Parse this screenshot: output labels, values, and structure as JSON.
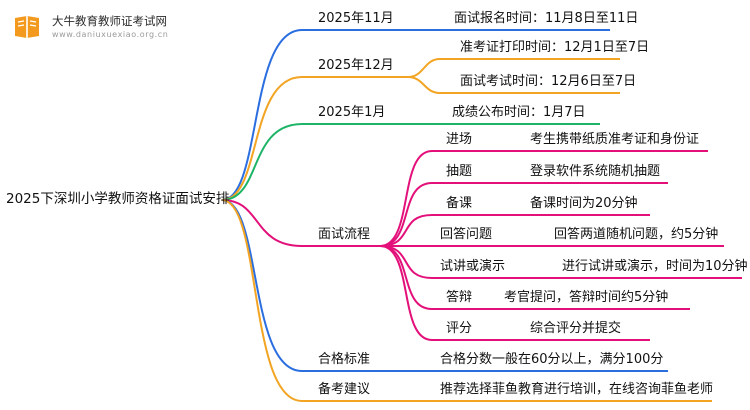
{
  "logo": {
    "title": "大牛教育教师证考试网",
    "url": "www.daniuxuexiao.org.cn"
  },
  "colors": {
    "blue": "#2a6ee0",
    "orange": "#f2a422",
    "green": "#1eb468",
    "magenta": "#e3107a"
  },
  "root": "2025下深圳小学教师资格证面试安排",
  "branches": {
    "nov": {
      "label": "2025年11月",
      "item": "面试报名时间：11月8日至11日"
    },
    "dec": {
      "label": "2025年12月",
      "items": [
        "准考证打印时间：12月1日至7日",
        "面试考试时间：12月6日至7日"
      ]
    },
    "jan": {
      "label": "2025年1月",
      "item": "成绩公布时间：1月7日"
    },
    "flow": {
      "label": "面试流程",
      "steps": [
        {
          "name": "进场",
          "desc": "考生携带纸质准考证和身份证"
        },
        {
          "name": "抽题",
          "desc": "登录软件系统随机抽题"
        },
        {
          "name": "备课",
          "desc": "备课时间为20分钟"
        },
        {
          "name": "回答问题",
          "desc": "回答两道随机问题，约5分钟"
        },
        {
          "name": "试讲或演示",
          "desc": "进行试讲或演示，时间为10分钟"
        },
        {
          "name": "答辩",
          "desc": "考官提问，答辩时间约5分钟"
        },
        {
          "name": "评分",
          "desc": "综合评分并提交"
        }
      ]
    },
    "pass": {
      "label": "合格标准",
      "item": "合格分数一般在60分以上，满分100分"
    },
    "prep": {
      "label": "备考建议",
      "item": "推荐选择菲鱼教育进行培训，在线咨询菲鱼老师"
    }
  }
}
